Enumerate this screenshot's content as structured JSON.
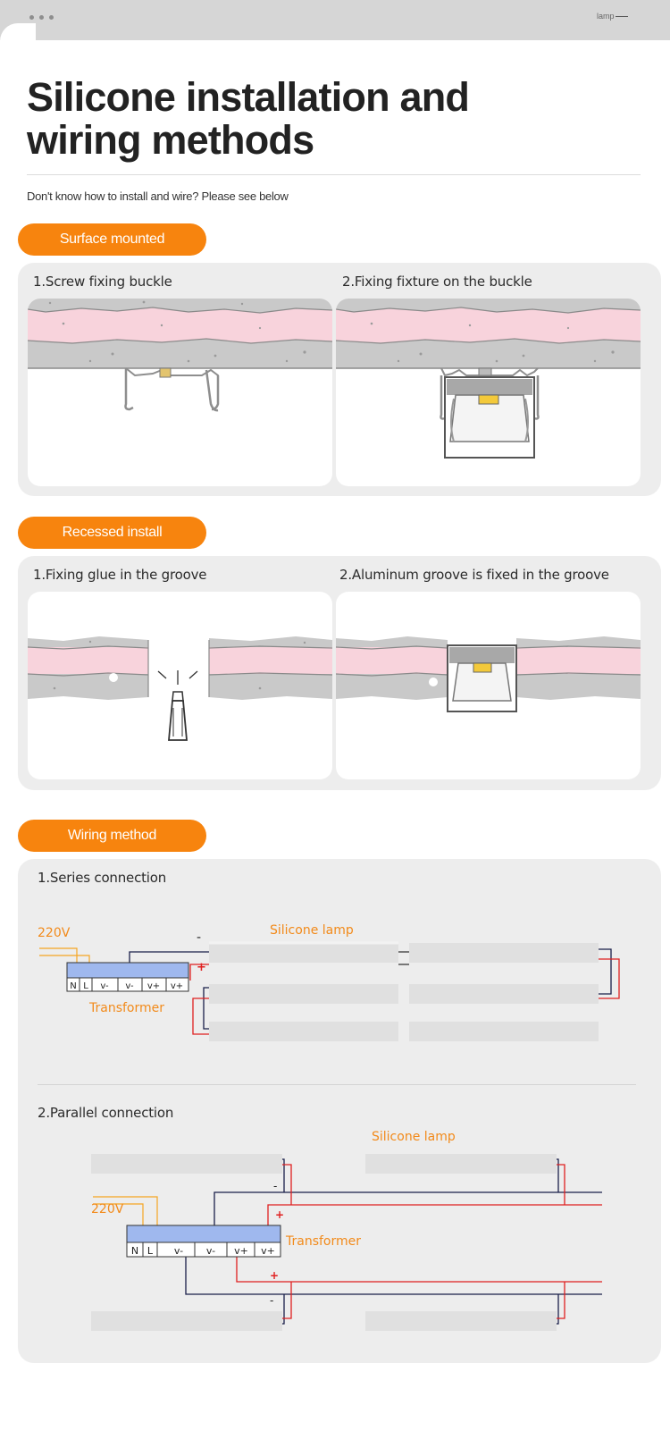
{
  "header": {
    "brand": "lamp"
  },
  "title": "Silicone installation and wiring methods",
  "subtitle": "Don't know how to install and wire? Please see below",
  "surface": {
    "label": "Surface mounted",
    "steps": [
      "1.Screw fixing buckle",
      "2.Fixing fixture on the buckle"
    ]
  },
  "recessed": {
    "label": "Recessed install",
    "steps": [
      "1.Fixing glue in the groove",
      "2.Aluminum groove is fixed in the groove"
    ]
  },
  "wiring": {
    "label": "Wiring method",
    "series": {
      "title": "1.Series connection",
      "voltage": "220V",
      "lamp_label": "Silicone lamp",
      "transformer_label": "Transformer",
      "minus": "-",
      "plus": "+",
      "terminals": [
        "N",
        "L",
        "v-",
        "v-",
        "v+",
        "v+"
      ]
    },
    "parallel": {
      "title": "2.Parallel connection",
      "voltage": "220V",
      "lamp_label": "Silicone lamp",
      "transformer_label": "Transformer",
      "minus": "-",
      "plus": "+",
      "terminals": [
        "N",
        "L",
        "v-",
        "v-",
        "v+",
        "v+"
      ]
    }
  },
  "colors": {
    "accent": "#f7840e",
    "orange_text": "#f28a1a",
    "wall_gray": "#c9c9c9",
    "wall_pink": "#f8d3dc",
    "transformer_blue": "#9fb8ee",
    "wire_red": "#e02020",
    "wire_navy": "#1a1f4a"
  },
  "icons": [
    "menu-dots-icon"
  ]
}
